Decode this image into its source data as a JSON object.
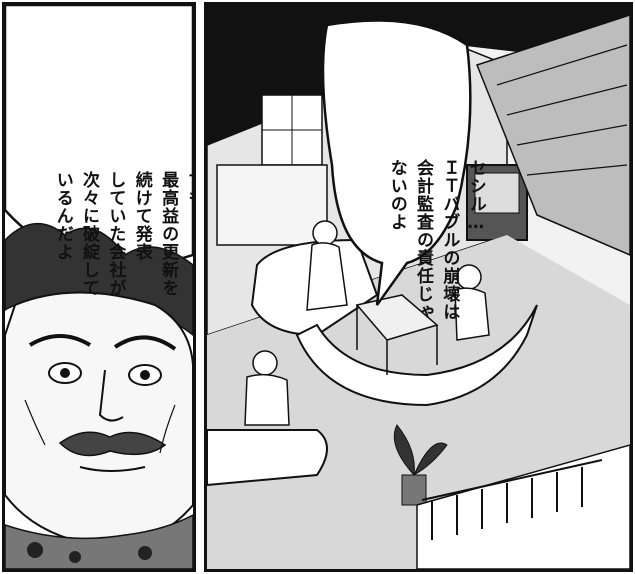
{
  "panels": {
    "left": {
      "dialogue_lines": [
        "でも",
        "最高益の更新を",
        "続けて発表",
        "していた会社が",
        "次々に破綻して",
        "いるんだよ"
      ]
    },
    "right": {
      "dialogue_lines": [
        "セシル…",
        "ＩＴバブルの崩壊は",
        "会計監査の責任じゃ",
        "ないのよ"
      ]
    }
  },
  "colors": {
    "ink": "#111111",
    "paper": "#ffffff",
    "screentone": "#cfcfcf"
  }
}
